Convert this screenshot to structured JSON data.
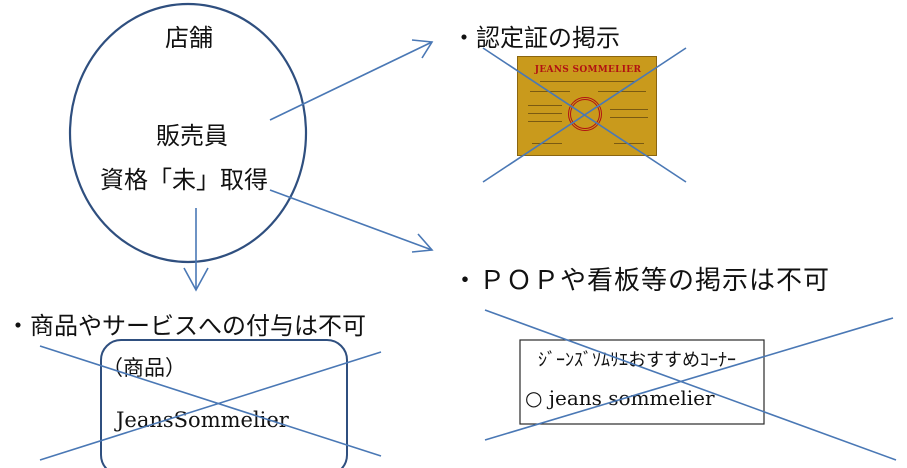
{
  "store": {
    "label": "店舗",
    "staff": "販売員",
    "status": "資格「未」取得"
  },
  "certificate": {
    "heading": "・認定証の掲示",
    "title": "JEANS SOMMELIER"
  },
  "pop": {
    "heading": "・ＰＯＰや看板等の掲示は不可",
    "sign_line1": "ｼﾞｰﾝｽﾞｿﾑﾘｴおすすめｺｰﾅｰ",
    "sign_line2": "○ jeans sommelier"
  },
  "product": {
    "heading": "・商品やサービスへの付与は不可",
    "tag": "（商品）",
    "name": "JeansSommelier"
  },
  "colors": {
    "line": "#4a78b5",
    "outline": "#2f4f7f",
    "box_border": "#2a2a2a",
    "certificate_gold": "#c99a1c",
    "seal_red": "#b11212"
  }
}
